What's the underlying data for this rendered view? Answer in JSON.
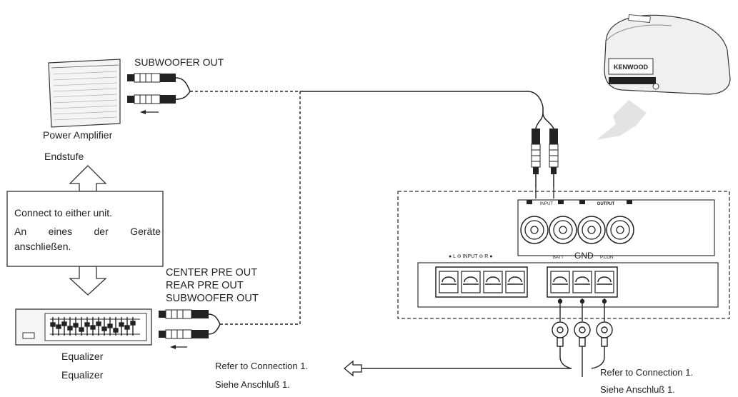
{
  "power_amplifier": {
    "output_label": "SUBWOOFER OUT",
    "name_en": "Power Amplifier",
    "name_de": "Endstufe"
  },
  "connect_box": {
    "line1": "Connect to either unit.",
    "line2": "An eines der Geräte anschließen."
  },
  "equalizer": {
    "outputs": [
      "CENTER PRE OUT",
      "REAR PRE OUT",
      "SUBWOOFER OUT"
    ],
    "name_en": "Equalizer",
    "name_de": "Equalizer"
  },
  "reference_left": {
    "en": "Refer to Connection 1.",
    "de": "Siehe Anschluß 1."
  },
  "reference_right": {
    "en": "Refer to Connection 1.",
    "de": "Siehe Anschluß 1."
  },
  "subwoofer": {
    "brand": "KENWOOD",
    "panel_input": "INPUT",
    "panel_output": "OUTPUT",
    "panel_gnd": "GND"
  }
}
